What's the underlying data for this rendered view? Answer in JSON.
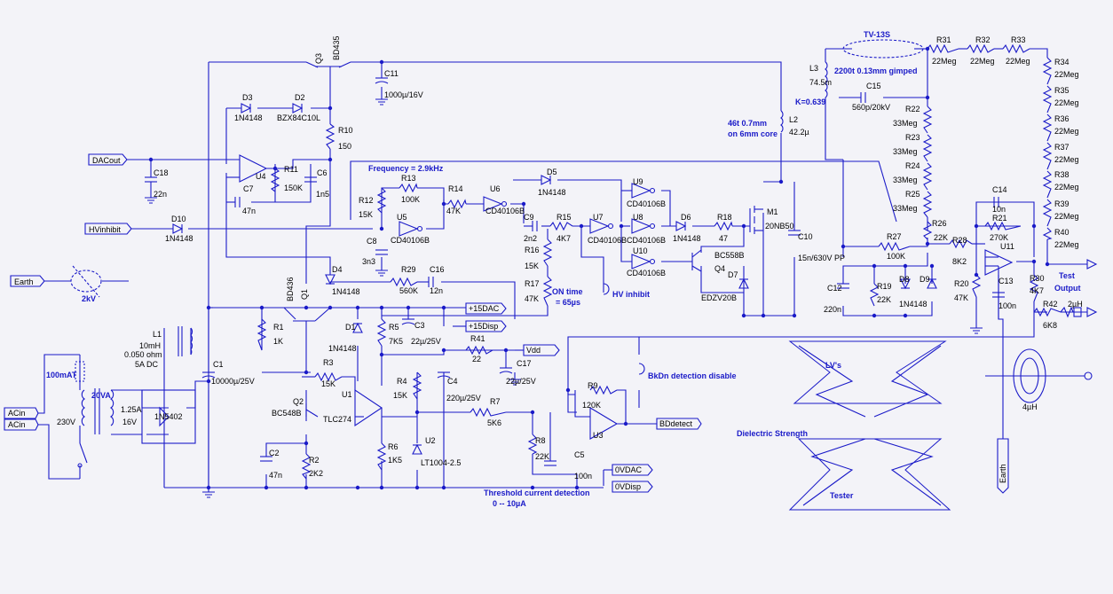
{
  "nets": {
    "dacout": "DACout",
    "hvinhibit": "HVinhibit",
    "earth": "Earth",
    "acin1": "ACin",
    "acin2": "ACin",
    "p15dac": "+15DAC",
    "p15disp": "+15Disp",
    "vdd": "Vdd",
    "bddetect": "BDdetect",
    "ovdac": "0VDAC",
    "ovdisp": "0VDisp",
    "testoutput_a": "Test",
    "testoutput_b": "Output",
    "earth2": "Earth"
  },
  "notes": {
    "frequency": "Frequency = 2.9kHz",
    "ontime_a": "ON time",
    "ontime_b": "= 65µs",
    "hvinhibit": "HV inhibit",
    "bkdn": "BkDn detection disable",
    "threshold_a": "Threshold current detection",
    "threshold_b": "0  --  10µA",
    "tv": "TV-13S",
    "l3note": "2200t 0.13mm gimped",
    "l3val": "74.5m",
    "kval": "K=0.639",
    "l2note_a": "46t 0.7mm",
    "l2note_b": "on 6mm core",
    "twokv": "2kV",
    "fuse": "100mAT",
    "xfmr": "20VA",
    "l1note_a": "0.050 ohm",
    "l1note_b": "5A DC",
    "v230": "230V",
    "v16": "16V",
    "a125": "1.25A"
  },
  "title": {
    "line1": "LV's",
    "line2": "Dielectric Strength",
    "line3": "Tester"
  },
  "components": {
    "q3": "Q3",
    "q3v": "BD435",
    "c11": "C11",
    "c11v": "1000µ/16V",
    "d3": "D3",
    "d3v": "1N4148",
    "d2": "D2",
    "d2v": "BZX84C10L",
    "r10": "R10",
    "r10v": "150",
    "c18": "C18",
    "c18v": "22n",
    "u4": "U4",
    "r11": "R11",
    "r11v": "150K",
    "c6": "C6",
    "c6v": "1n5",
    "c7": "C7",
    "c7v": "47n",
    "r12": "R12",
    "r12v": "15K",
    "r13": "R13",
    "r13v": "100K",
    "r14": "R14",
    "r14v": "47K",
    "u6": "U6",
    "u6v": "CD40106B",
    "d5": "D5",
    "d5v": "1N4148",
    "d10": "D10",
    "d10v": "1N4148",
    "u5": "U5",
    "u5v": "CD40106B",
    "c8": "C8",
    "c8v": "3n3",
    "c9": "C9",
    "c9v": "2n2",
    "r15": "R15",
    "r15v": "4K7",
    "u7": "U7",
    "u7v": "CD40106B",
    "u9": "U9",
    "u9v": "CD40106B",
    "u8": "U8",
    "u8v": "CD40106B",
    "u10": "U10",
    "u10v": "CD40106B",
    "d6": "D6",
    "d6v": "1N4148",
    "r18": "R18",
    "r18v": "47",
    "m1": "M1",
    "m1v": "20NB50",
    "q4": "Q4",
    "q4v": "BC558B",
    "d7": "D7",
    "d7v": "EDZV20B",
    "c10": "C10",
    "c10v": "15n/630V PP",
    "r16": "R16",
    "r16v": "15K",
    "r17": "R17",
    "r17v": "47K",
    "r29": "R29",
    "r29v": "560K",
    "c16": "C16",
    "c16v": "12n",
    "q1": "Q1",
    "q1v": "BD436",
    "d4": "D4",
    "d4v": "1N4148",
    "l1": "L1",
    "l1v": "10mH",
    "c1": "C1",
    "c1v": "10000µ/25V",
    "r1": "R1",
    "r1v": "1K",
    "d1": "D1",
    "d1v": "1N4148",
    "r5": "R5",
    "r5v": "7K5",
    "c3": "C3",
    "c3v": "22µ/25V",
    "r41": "R41",
    "r41v": "22",
    "c17": "C17",
    "c17v": "22µ/25V",
    "r3": "R3",
    "r3v": "15K",
    "q2": "Q2",
    "q2v": "BC548B",
    "u1": "U1",
    "u1v": "TLC274",
    "r4": "R4",
    "r4v": "15K",
    "c4": "C4",
    "c4v": "220µ/25V",
    "r6": "R6",
    "r6v": "1K5",
    "u2": "U2",
    "u2v": "LT1004-2.5",
    "r7": "R7",
    "r7v": "5K6",
    "r8": "R8",
    "r8v": "22K",
    "c5": "C5",
    "c5v": "100n",
    "r9": "R9",
    "r9v": "120K",
    "u3": "U3",
    "c2": "C2",
    "c2v": "47n",
    "r2": "R2",
    "r2v": "2K2",
    "br": "1N5402",
    "l3": "L3",
    "l2": "L2",
    "l2v": "42.2µ",
    "c15": "C15",
    "c15v": "560p/20kV",
    "r31": "R31",
    "r31v": "22Meg",
    "r32": "R32",
    "r32v": "22Meg",
    "r33": "R33",
    "r33v": "22Meg",
    "r22": "R22",
    "r22v": "33Meg",
    "r23": "R23",
    "r23v": "33Meg",
    "r24": "R24",
    "r24v": "33Meg",
    "r25": "R25",
    "r25v": "33Meg",
    "r26": "R26",
    "r26v": "22K",
    "r27": "R27",
    "r27v": "100K",
    "c12": "C12",
    "c12v": "220n",
    "r19": "R19",
    "r19v": "22K",
    "d8": "D8",
    "d8v": "1N4148",
    "d9": "D9",
    "r28": "R28",
    "r28v": "8K2",
    "c14": "C14",
    "c14v": "10n",
    "r21": "R21",
    "r21v": "270K",
    "u11": "U11",
    "r20": "R20",
    "r20v": "47K",
    "c13": "C13",
    "c13v": "100n",
    "r30": "R30",
    "r30v": "4K7",
    "r34": "R34",
    "r34v": "22Meg",
    "r35": "R35",
    "r35v": "22Meg",
    "r36": "R36",
    "r36v": "22Meg",
    "r37": "R37",
    "r37v": "22Meg",
    "r38": "R38",
    "r38v": "22Meg",
    "r39": "R39",
    "r39v": "22Meg",
    "r40": "R40",
    "r40v": "22Meg",
    "r42": "R42",
    "r42v": "6K8",
    "l4v": "2µH",
    "ctv": "4µH"
  },
  "colors": {
    "wire": "#1a1ac8",
    "background": "#f3f3f8",
    "text": "#000000"
  }
}
